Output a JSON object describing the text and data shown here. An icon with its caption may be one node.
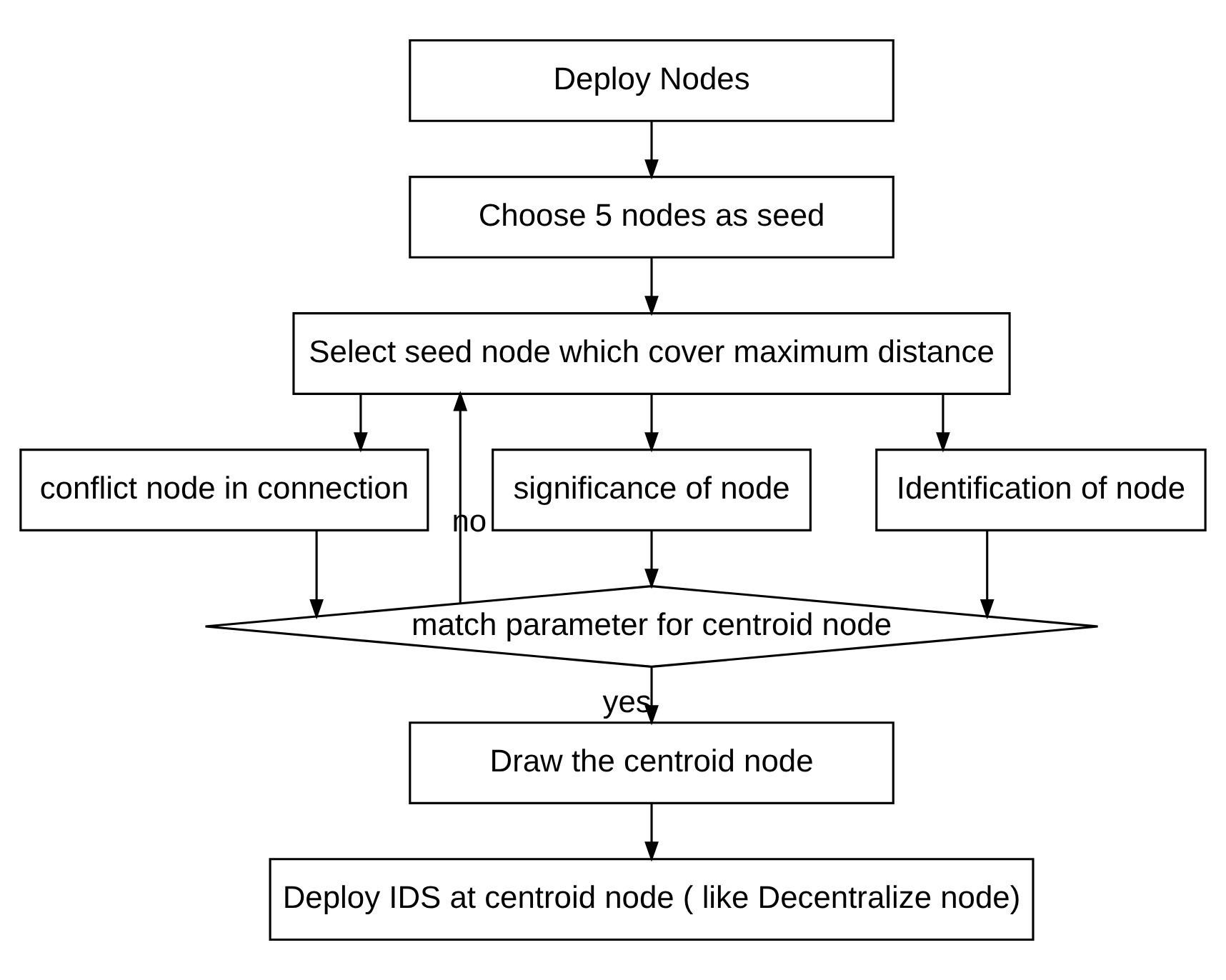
{
  "diagram": {
    "nodes": [
      {
        "text": [
          "Deploy Nodes"
        ]
      },
      {
        "text": [
          "Choose 5 nodes as seed"
        ]
      },
      {
        "text": [
          "Select seed node which cover maximum distance"
        ]
      },
      {
        "text": [
          "conflict node in connection"
        ]
      },
      {
        "text": [
          "significance of node"
        ]
      },
      {
        "text": [
          "Identification of node"
        ]
      },
      {
        "text": [
          "match parameter for centroid node"
        ]
      },
      {
        "text": [
          "Draw the centroid node"
        ]
      },
      {
        "text": [
          "Deploy IDS at centroid node ( like Decentralize node)"
        ]
      }
    ],
    "edges": [
      {
        "from": 0,
        "to": 1,
        "arrow": "to"
      },
      {
        "from": 1,
        "to": 2,
        "arrow": "to"
      },
      {
        "from": 2,
        "to": 3,
        "arrow": "to"
      },
      {
        "from": 2,
        "to": 4,
        "arrow": "to"
      },
      {
        "from": 2,
        "to": 5,
        "arrow": "to"
      },
      {
        "from": 3,
        "to": 6,
        "arrow": "to"
      },
      {
        "from": 4,
        "to": 6,
        "arrow": "to"
      },
      {
        "from": 5,
        "to": 6,
        "arrow": "to"
      },
      {
        "from": 6,
        "to": 2,
        "arrow": "to",
        "label": "no"
      },
      {
        "from": 6,
        "to": 7,
        "arrow": "to",
        "label": "yes"
      },
      {
        "from": 7,
        "to": 8,
        "arrow": "to"
      }
    ]
  }
}
